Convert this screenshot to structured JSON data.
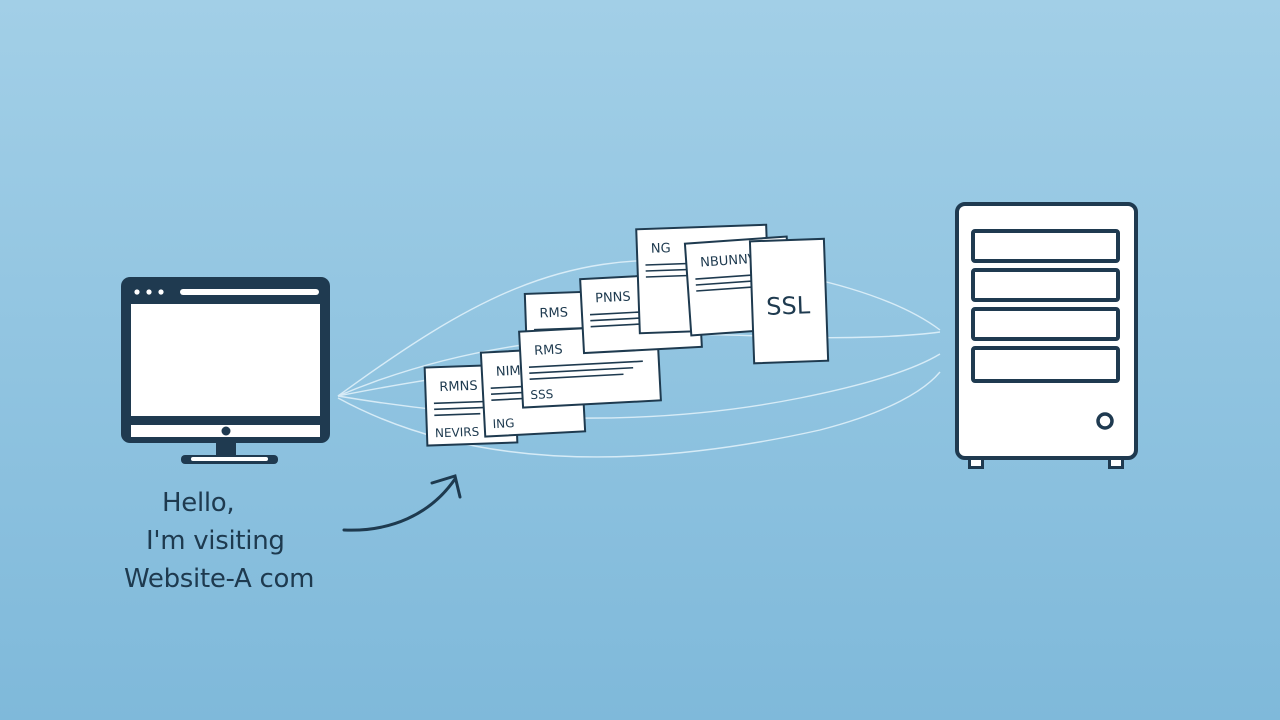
{
  "colors": {
    "background_top": "#9fcde6",
    "background_bottom": "#7eb8da",
    "ink": "#1e3a4f",
    "paper": "#ffffff",
    "beam": "#e8f5fb"
  },
  "client": {
    "icon": "desktop-monitor-icon",
    "caption_lines": [
      "Hello,",
      "I'm visiting",
      "Website-A com"
    ]
  },
  "packets": [
    {
      "label": "RMNS",
      "footer": "NEVIRS"
    },
    {
      "label": "NIMS",
      "footer": "ING"
    },
    {
      "label": "RMS",
      "footer": ""
    },
    {
      "label": "RMS",
      "footer": "SSS"
    },
    {
      "label": "PNNS",
      "footer": ""
    },
    {
      "label": "NG",
      "footer": ""
    },
    {
      "label": "NBUNNV345",
      "footer": ""
    }
  ],
  "certificate": {
    "label": "SSL"
  },
  "server": {
    "icon": "server-tower-icon"
  }
}
